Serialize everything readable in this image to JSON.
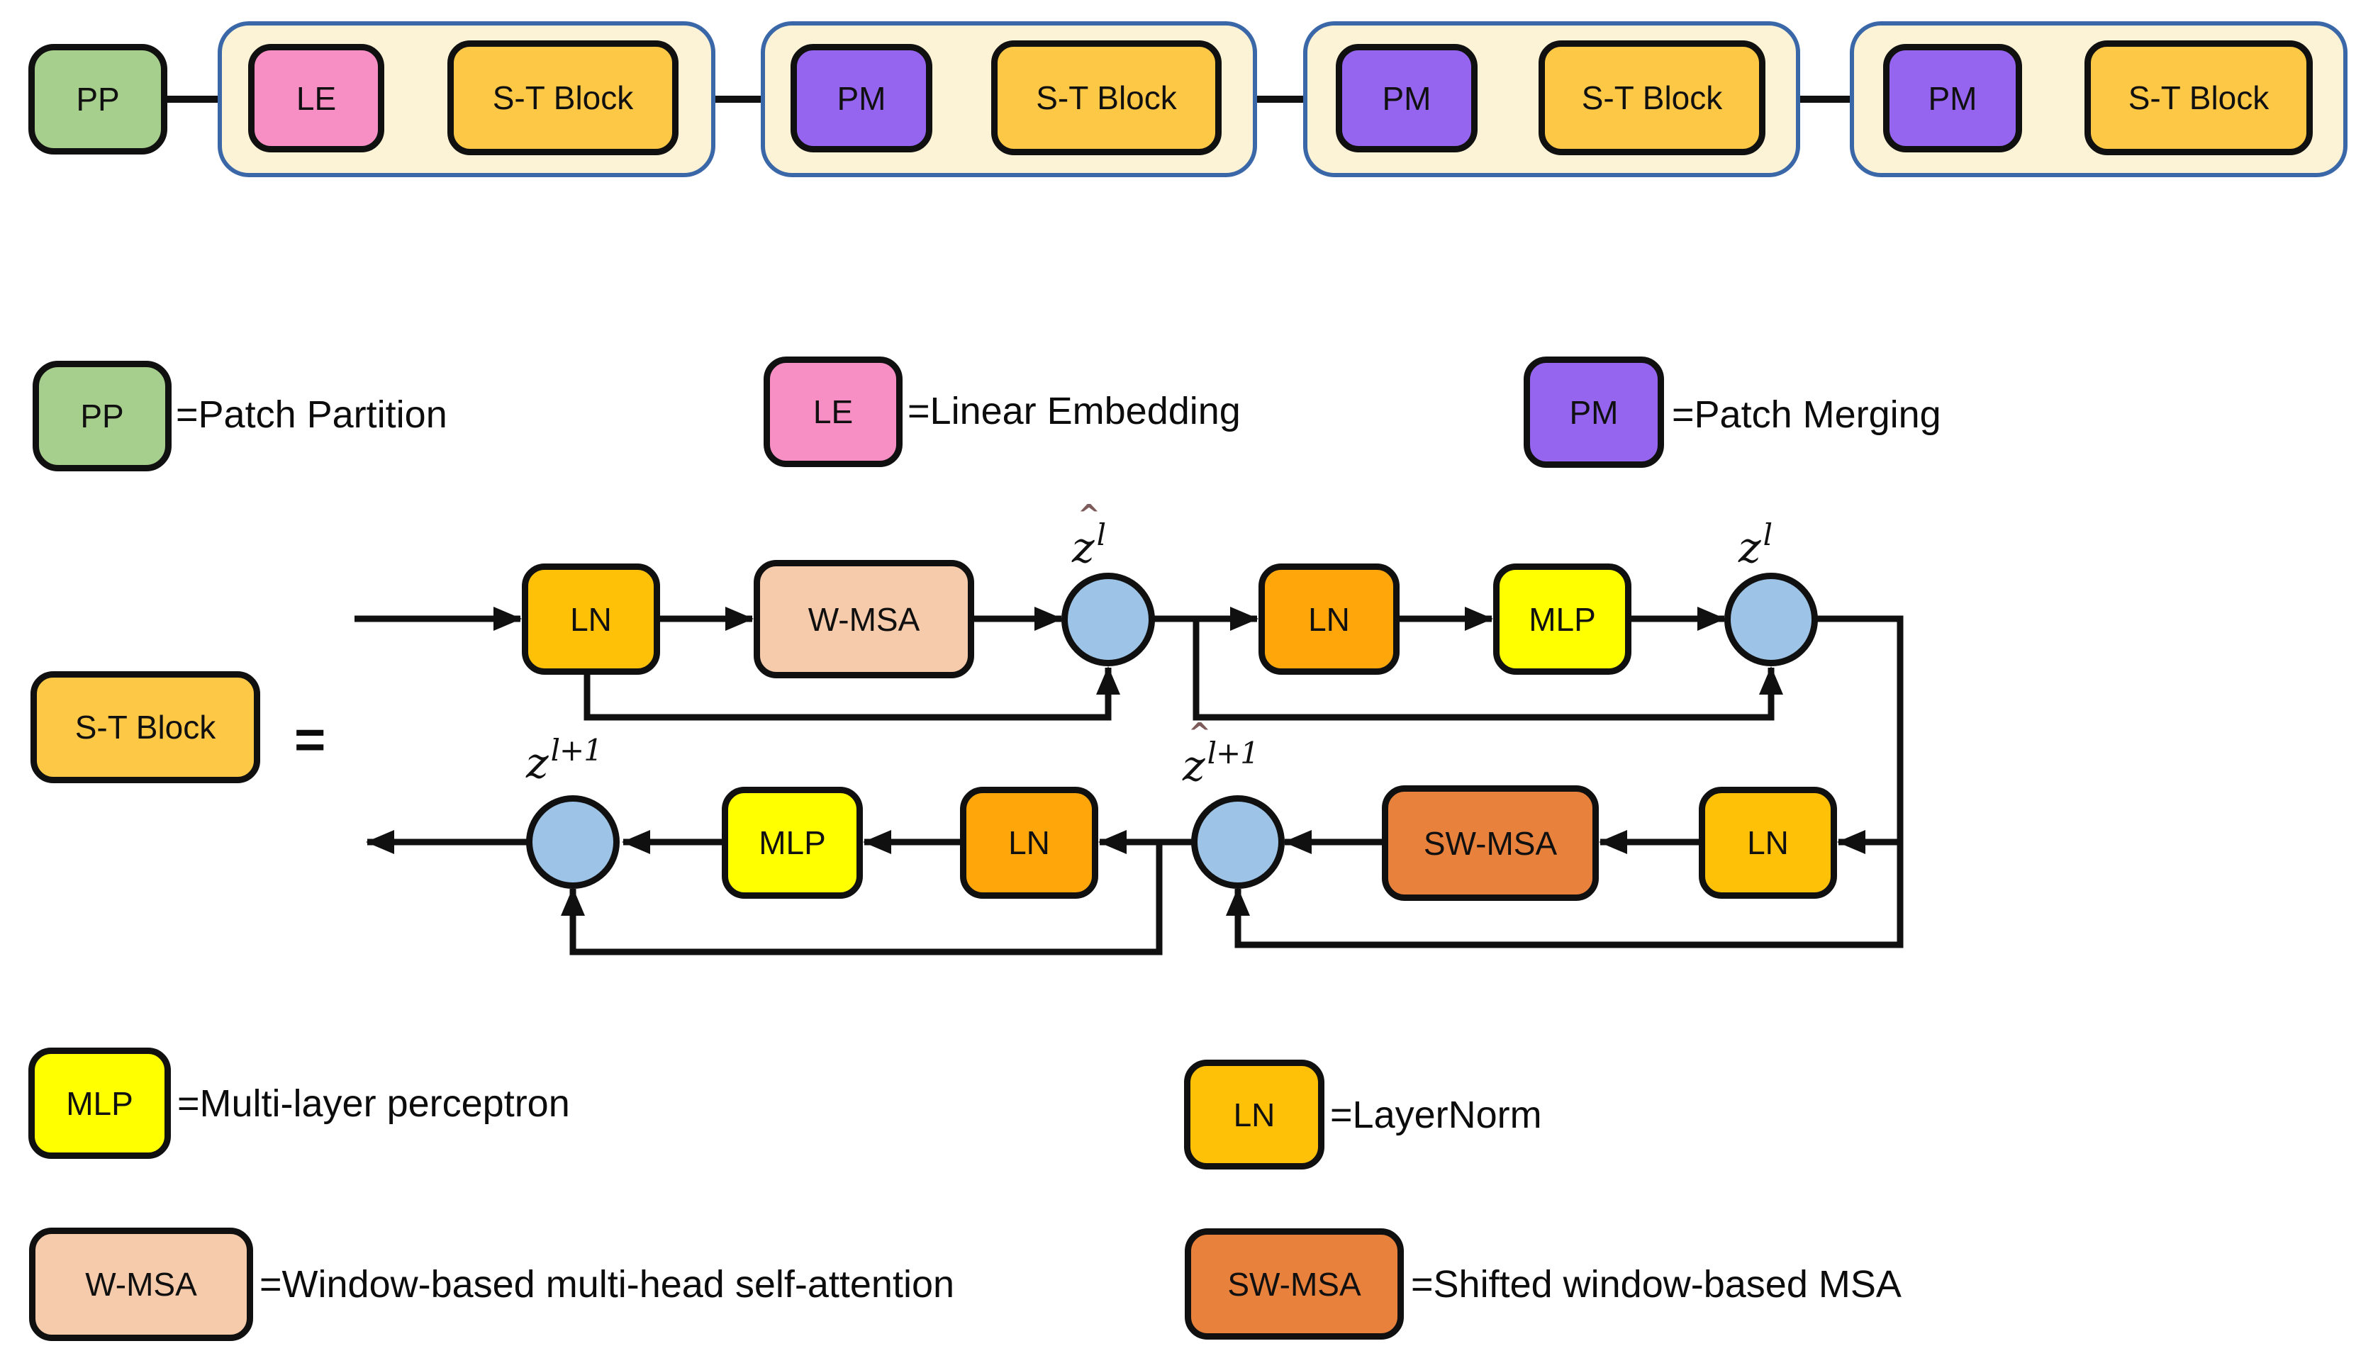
{
  "colors": {
    "stage_container_fill": "#FCF2D5",
    "stage_container_border": "#3A67A8",
    "patch_partition_green": "#A6CE8D",
    "linear_embedding_pink": "#F78FC4",
    "patch_merging_purple": "#9565F0",
    "st_block_yellow": "#FCC845",
    "layernorm_gold": "#FFC008",
    "layernorm_orange": "#FFA60A",
    "wmsa_peach": "#F6CBAB",
    "mlp_yellow": "#FFFF00",
    "swmsa_orange": "#E8813C",
    "add_circle_blue": "#9DC3E6",
    "line_black": "#101010",
    "hat_maroon": "#7D5B5B"
  },
  "pipeline": {
    "pp_label": "PP",
    "stages": [
      {
        "first_label": "LE",
        "second_label": "S-T Block"
      },
      {
        "first_label": "PM",
        "second_label": "S-T Block"
      },
      {
        "first_label": "PM",
        "second_label": "S-T Block"
      },
      {
        "first_label": "PM",
        "second_label": "S-T Block"
      }
    ]
  },
  "legend_top": {
    "pp": {
      "box_label": "PP",
      "text": "=Patch Partition"
    },
    "le": {
      "box_label": "LE",
      "text": "=Linear Embedding"
    },
    "pm": {
      "box_label": "PM",
      "text": "=Patch Merging"
    }
  },
  "st_block_detail": {
    "lhs_label": "S-T Block",
    "equals": "=",
    "nodes": {
      "ln1": "LN",
      "wmsa": "W-MSA",
      "ln2": "LN",
      "mlp1": "MLP",
      "ln3": "LN",
      "swmsa": "SW-MSA",
      "ln4": "LN",
      "mlp2": "MLP"
    },
    "sums": [
      {
        "hat": "^",
        "base": "z",
        "sup": "l"
      },
      {
        "hat": "",
        "base": "z",
        "sup": "l"
      },
      {
        "hat": "^",
        "base": "z",
        "sup": "l+1"
      },
      {
        "hat": "",
        "base": "z",
        "sup": "l+1"
      }
    ]
  },
  "legend_bottom": {
    "mlp": {
      "box_label": "MLP",
      "text": "=Multi-layer perceptron"
    },
    "ln": {
      "box_label": "LN",
      "text": "=LayerNorm"
    },
    "wmsa": {
      "box_label": "W-MSA",
      "text": "=Window-based multi-head self-attention"
    },
    "swmsa": {
      "box_label": "SW-MSA",
      "text": "=Shifted window-based MSA"
    }
  }
}
